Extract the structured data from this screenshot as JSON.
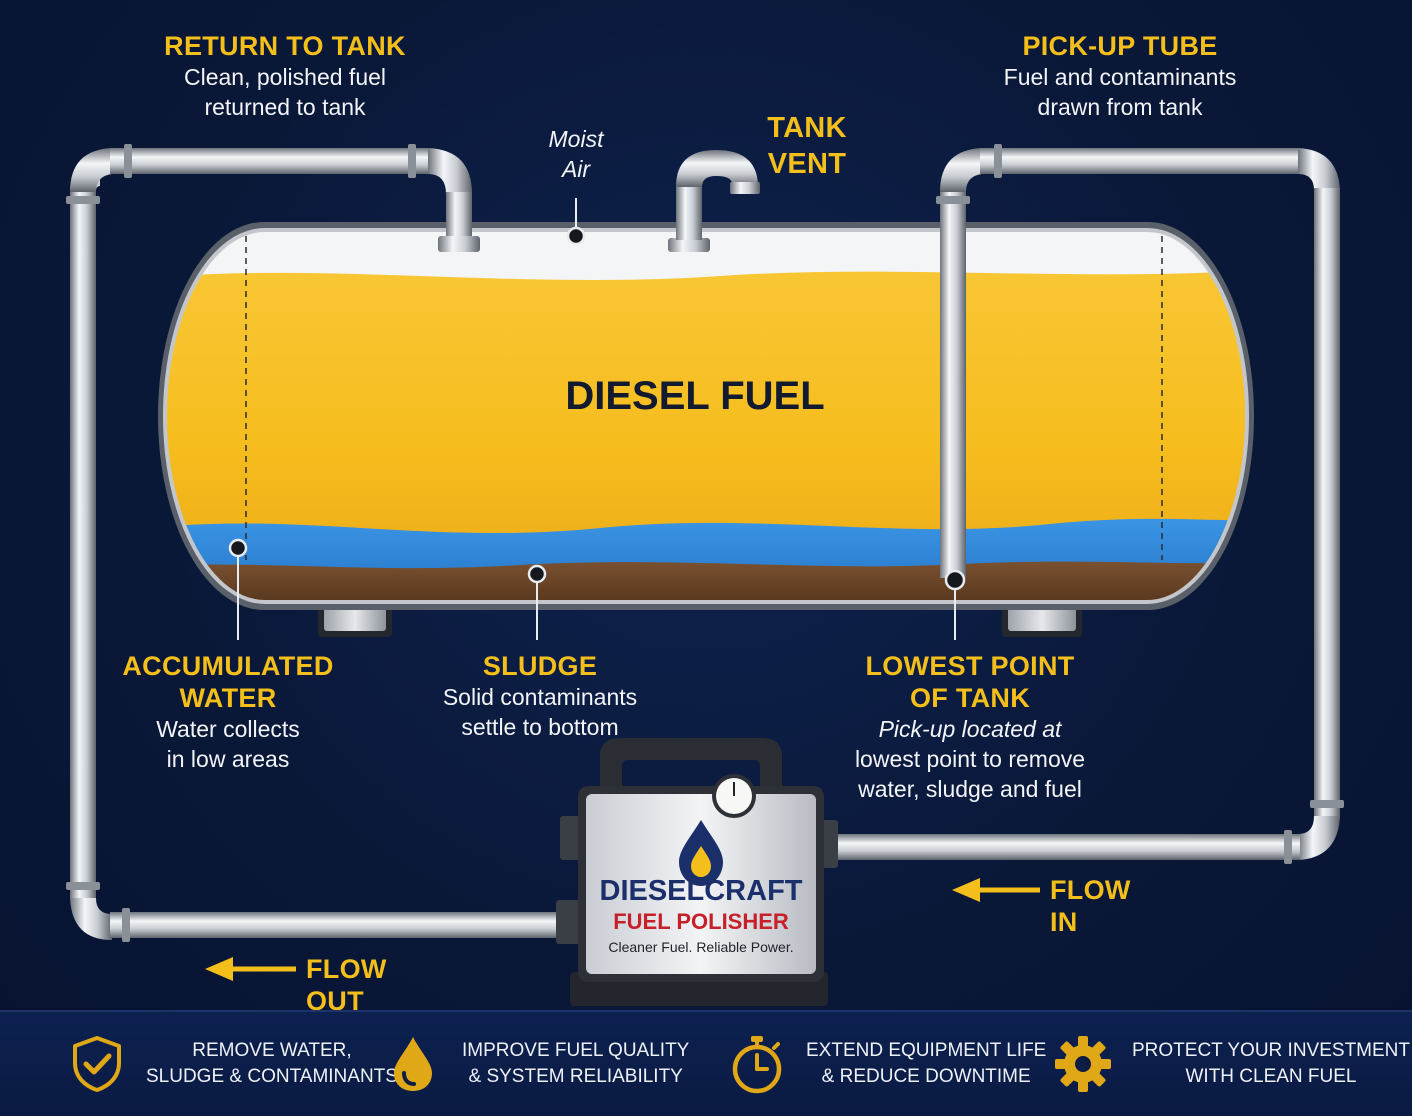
{
  "labels": {
    "return_title": "RETURN TO TANK",
    "return_desc_1": "Clean, polished fuel",
    "return_desc_2": "returned to tank",
    "moist_1": "Moist",
    "moist_2": "Air",
    "vent_1": "TANK",
    "vent_2": "VENT",
    "pickup_title": "PICK-UP TUBE",
    "pickup_desc_1": "Fuel and contaminants",
    "pickup_desc_2": "drawn from tank",
    "fuel": "DIESEL FUEL",
    "water_title_1": "ACCUMULATED",
    "water_title_2": "WATER",
    "water_desc_1": "Water collects",
    "water_desc_2": "in low areas",
    "sludge_title": "SLUDGE",
    "sludge_desc_1": "Solid contaminants",
    "sludge_desc_2": "settle to bottom",
    "lowest_title_1": "LOWEST POINT",
    "lowest_title_2": "OF TANK",
    "lowest_desc_1": "Pick-up located at",
    "lowest_desc_2": "lowest point to remove",
    "lowest_desc_3": "water, sludge and fuel",
    "flow_in": "FLOW IN",
    "flow_out": "FLOW OUT"
  },
  "polisher": {
    "brand": "DIESELCRAFT",
    "product": "FUEL POLISHER",
    "tagline": "Cleaner Fuel. Reliable Power."
  },
  "features": [
    {
      "icon": "shield-check-icon",
      "line1": "REMOVE WATER,",
      "line2": "SLUDGE & CONTAMINANTS"
    },
    {
      "icon": "fuel-drop-icon",
      "line1": "IMPROVE FUEL QUALITY",
      "line2": "& SYSTEM RELIABILITY"
    },
    {
      "icon": "stopwatch-icon",
      "line1": "EXTEND EQUIPMENT LIFE",
      "line2": "& REDUCE DOWNTIME"
    },
    {
      "icon": "gear-icon",
      "line1": "PROTECT YOUR INVESTMENT",
      "line2": "WITH CLEAN FUEL"
    }
  ],
  "colors": {
    "background": "#0a1838",
    "accent_gold": "#f4bf1a",
    "fuel_yellow": "#f5b81c",
    "water_blue": "#2f86d8",
    "sludge_brown": "#6b4424",
    "brand_navy": "#1b2f6b",
    "brand_red": "#c8202a"
  }
}
